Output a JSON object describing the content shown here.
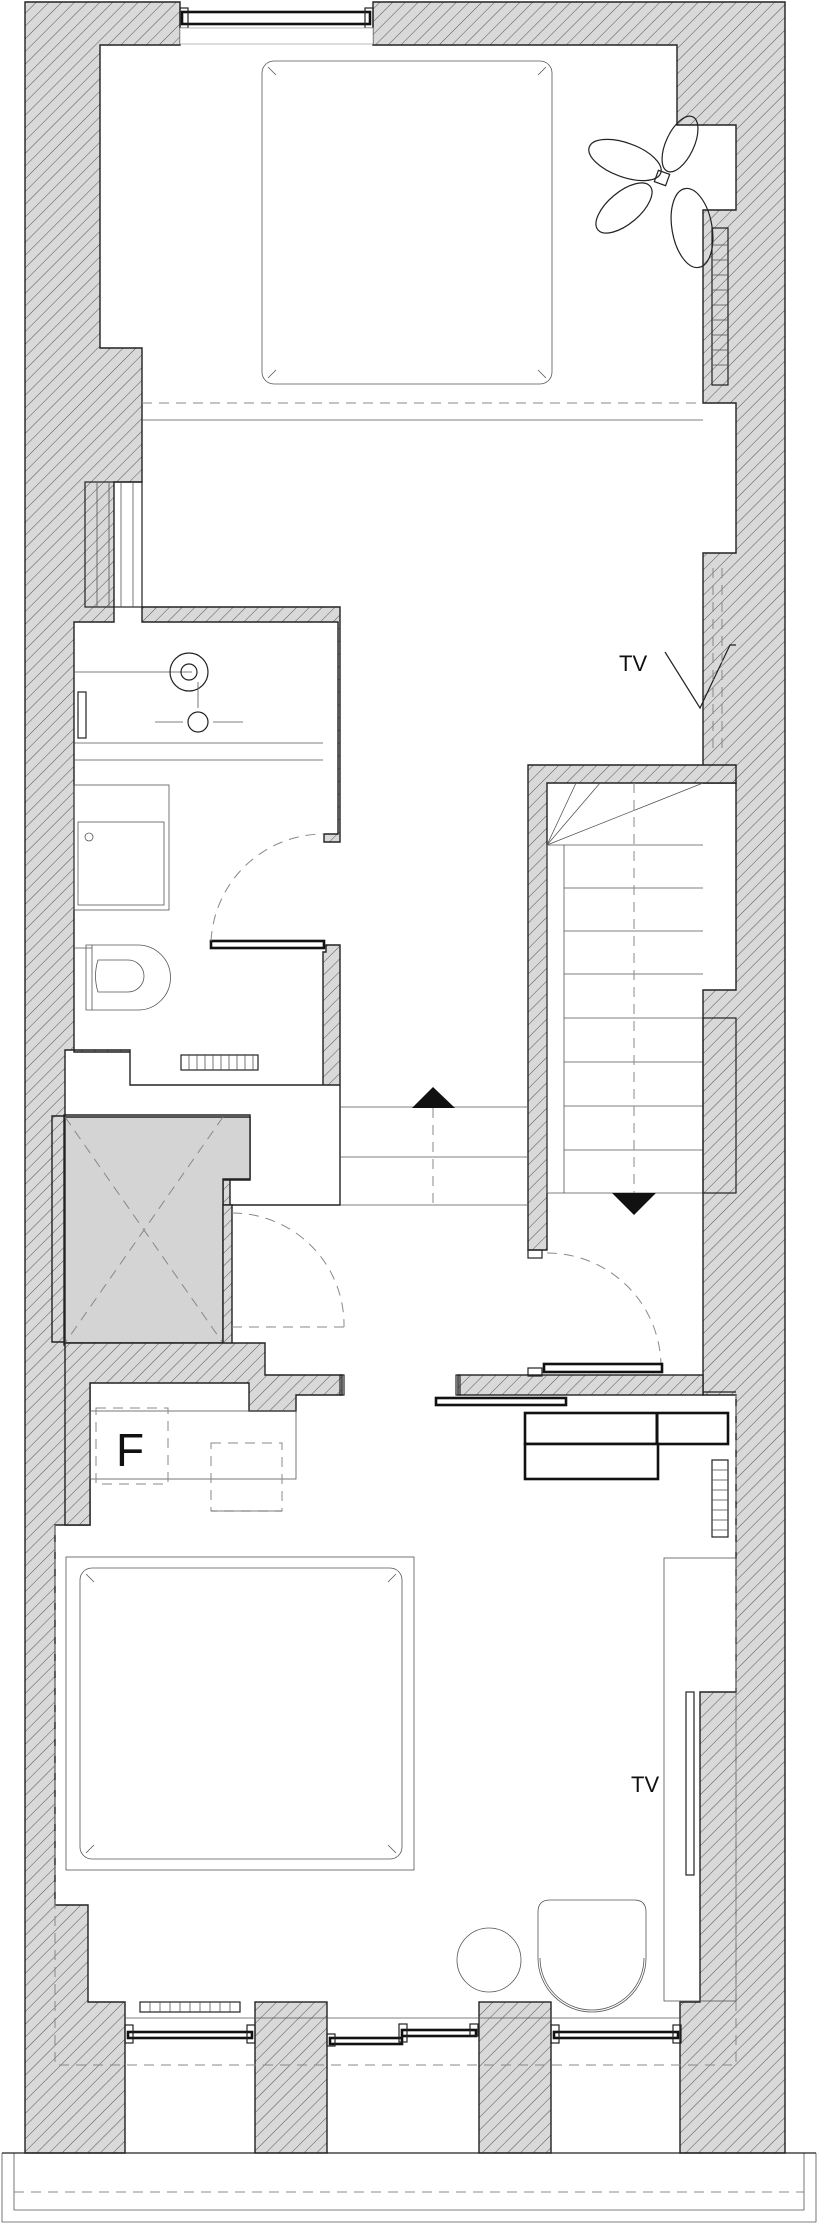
{
  "plan": {
    "labels": {
      "tv_upper": "TV",
      "tv_lower": "TV",
      "fridge": "F"
    },
    "colors": {
      "wall_fill": "#d9d9d9",
      "stroke": "#222222",
      "shaft_fill": "#d4d4d4"
    },
    "icons": [
      "plant-icon",
      "up-arrow-icon",
      "down-arrow-icon",
      "radiator-icon",
      "sink-icon",
      "toilet-icon",
      "shower-icon"
    ]
  }
}
